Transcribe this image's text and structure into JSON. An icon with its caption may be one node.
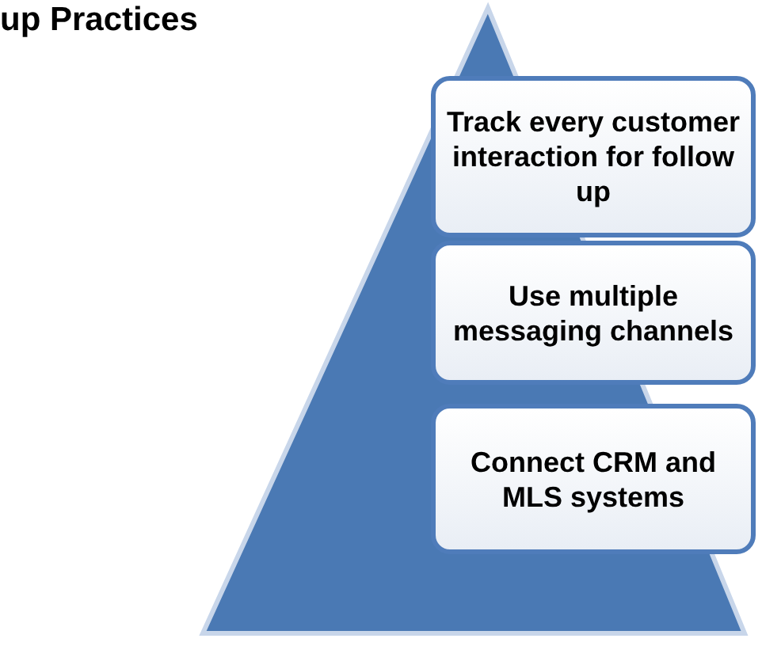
{
  "diagram": {
    "title": "up Practices",
    "nodes": [
      {
        "text": [
          "Track every customer interaction for follow up"
        ]
      },
      {
        "text": [
          "Use multiple messaging channels"
        ]
      },
      {
        "text": [
          "Connect CRM and MLS systems"
        ]
      }
    ]
  }
}
